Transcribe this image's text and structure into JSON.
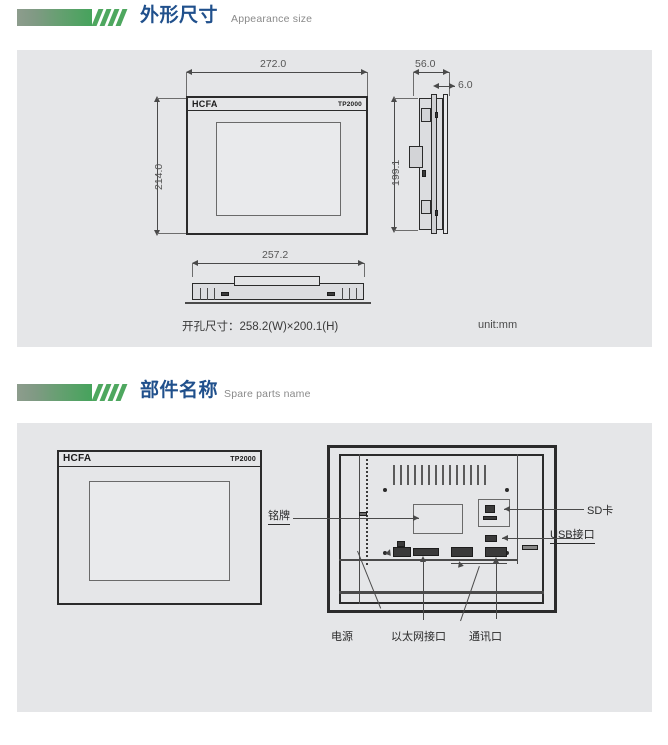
{
  "sections": [
    {
      "title_cn": "外形尺寸",
      "title_en": "Appearance size",
      "accent": "#20508c",
      "bar_color": "#4ea75f"
    },
    {
      "title_cn": "部件名称",
      "title_en": "Spare parts name",
      "accent": "#20508c",
      "bar_color": "#4ea75f"
    }
  ],
  "appearance": {
    "brand": "HCFA",
    "model": "TP2000",
    "dimensions": {
      "front_width": "272.0",
      "front_height": "214.0",
      "side_depth": "56.0",
      "bezel_depth": "6.0",
      "side_height": "199.1",
      "bottom_width": "257.2"
    },
    "cutout_note": "开孔尺寸：258.2(W)×200.1(H)",
    "unit_note": "unit:mm"
  },
  "parts": {
    "brand": "HCFA",
    "model": "TP2000",
    "labels": {
      "nameplate": "铭牌",
      "sd_card": "SD卡",
      "usb_port": "USB接口",
      "power": "电源",
      "ethernet": "以太网接口",
      "comm_port": "通讯口"
    }
  }
}
